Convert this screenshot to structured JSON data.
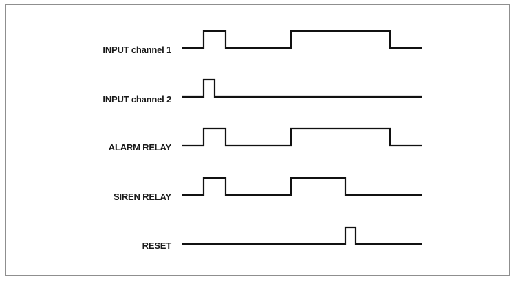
{
  "diagram": {
    "signals": [
      {
        "id": "input-channel-1",
        "label": "INPUT channel 1"
      },
      {
        "id": "input-channel-2",
        "label": "INPUT channel 2"
      },
      {
        "id": "alarm-relay",
        "label": "ALARM RELAY"
      },
      {
        "id": "siren-relay",
        "label": "SIREN RELAY"
      },
      {
        "id": "reset",
        "label": "RESET"
      }
    ]
  }
}
